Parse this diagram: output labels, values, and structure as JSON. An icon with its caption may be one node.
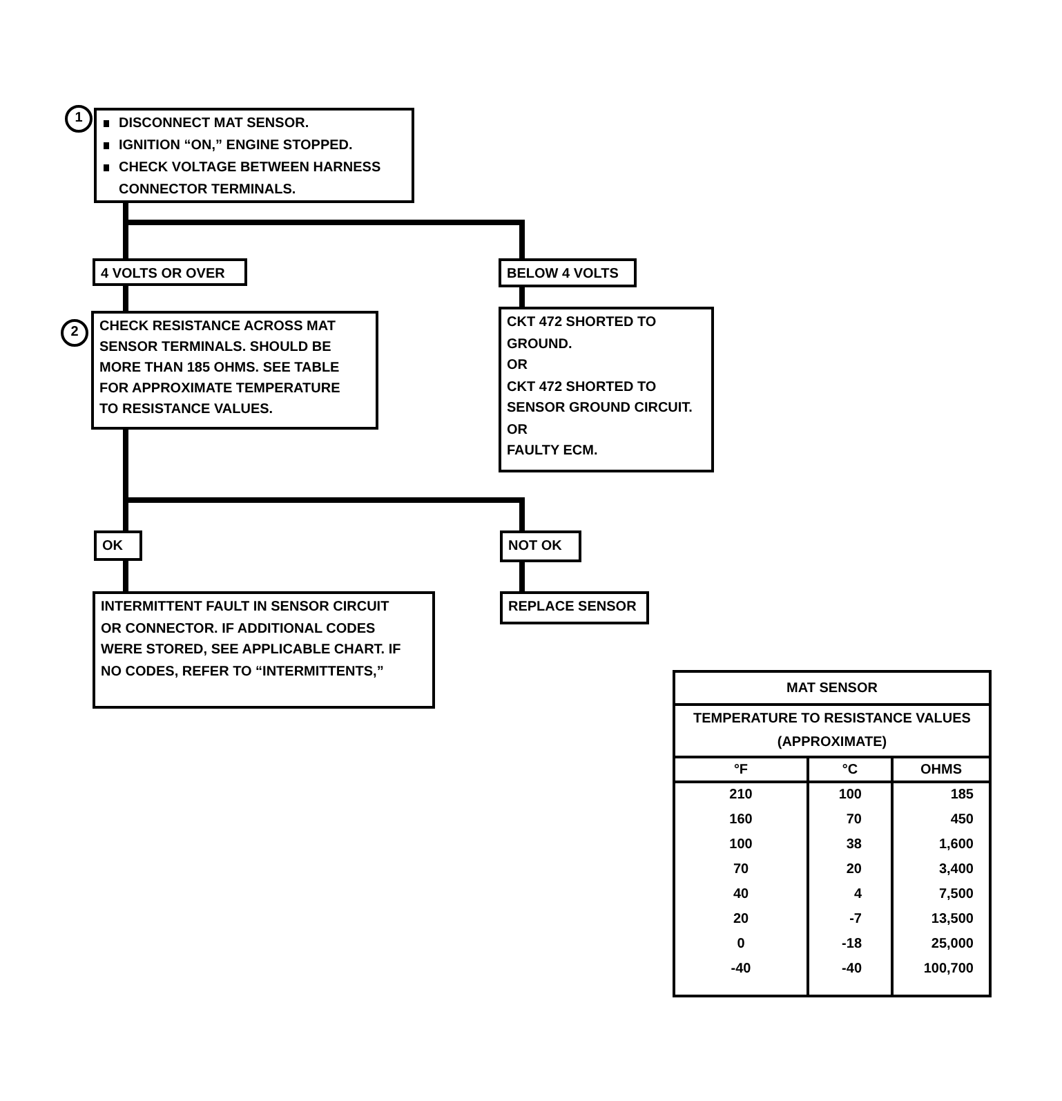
{
  "diagram": {
    "nodes": [
      {
        "text": [
          "DISCONNECT MAT SENSOR.",
          "IGNITION “ON,” ENGINE STOPPED.",
          "CHECK VOLTAGE BETWEEN HARNESS CONNECTOR TERMINALS."
        ],
        "beside": [
          "1"
        ]
      },
      {
        "text": [
          "4 VOLTS OR OVER"
        ]
      },
      {
        "text": [
          "BELOW 4 VOLTS"
        ]
      },
      {
        "text": [
          "CHECK RESISTANCE ACROSS MAT SENSOR TERMINALS. SHOULD BE MORE THAN 185 OHMS. SEE TABLE FOR APPROXIMATE TEMPERATURE TO RESISTANCE VALUES."
        ],
        "beside": [
          "2"
        ]
      },
      {
        "text": [
          "CKT 472 SHORTED TO GROUND.",
          "OR",
          "CKT 472 SHORTED TO SENSOR GROUND CIRCUIT.",
          "OR",
          "FAULTY ECM."
        ]
      },
      {
        "text": [
          "OK"
        ]
      },
      {
        "text": [
          "NOT OK"
        ]
      },
      {
        "text": [
          "INTERMITTENT FAULT IN SENSOR CIRCUIT OR CONNECTOR. IF ADDITIONAL CODES WERE STORED, SEE APPLICABLE CHART. IF NO CODES, REFER TO “INTERMITTENTS,”"
        ]
      },
      {
        "text": [
          "REPLACE SENSOR"
        ]
      }
    ],
    "edges": [
      {
        "from": 0,
        "to": 1,
        "arrow": "none"
      },
      {
        "from": 0,
        "to": 2,
        "arrow": "none"
      },
      {
        "from": 1,
        "to": 3,
        "arrow": "none"
      },
      {
        "from": 2,
        "to": 4,
        "arrow": "none"
      },
      {
        "from": 3,
        "to": 5,
        "arrow": "none"
      },
      {
        "from": 3,
        "to": 6,
        "arrow": "none"
      },
      {
        "from": 5,
        "to": 7,
        "arrow": "none"
      },
      {
        "from": 6,
        "to": 8,
        "arrow": "none"
      }
    ],
    "labels": [
      "MAT SENSOR",
      "TEMPERATURE TO RESISTANCE VALUES (APPROXIMATE)",
      "°F",
      "°C",
      "OHMS",
      "210",
      "100",
      "185",
      "160",
      "70",
      "450",
      "100",
      "38",
      "1,600",
      "70",
      "20",
      "3,400",
      "40",
      "4",
      "7,500",
      "20",
      "-7",
      "13,500",
      "0",
      "-18",
      "25,000",
      "-40",
      "-40",
      "100,700"
    ]
  }
}
